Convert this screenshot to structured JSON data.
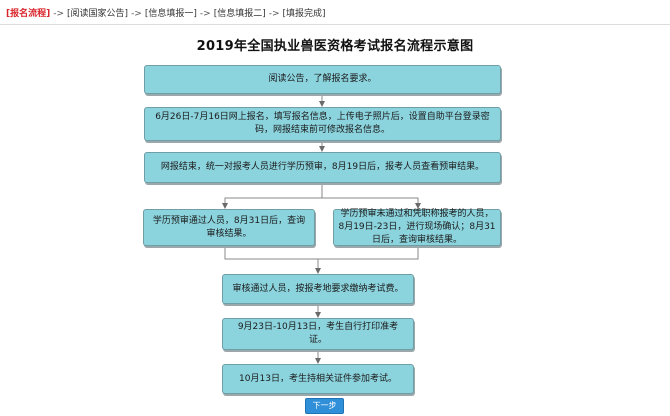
{
  "breadcrumb": {
    "items": [
      {
        "label": "[报名流程]"
      },
      {
        "label": "[阅读国家公告]"
      },
      {
        "label": "[信息填报一]"
      },
      {
        "label": "[信息填报二]"
      },
      {
        "label": "[填报完成]"
      }
    ],
    "separator": "->"
  },
  "title": "2019年全国执业兽医资格考试报名流程示意图",
  "steps": {
    "s1": "阅读公告，了解报名要求。",
    "s2": "6月26日-7月16日网上报名，填写报名信息，上传电子照片后，设置自助平台登录密码，网报结束前可修改报名信息。",
    "s3": "网报结束，统一对报考人员进行学历预审，8月19日后，报考人员查看预审结果。",
    "s4a": "学历预审通过人员，8月31日后，查询审核结果。",
    "s4b": "学历预审未通过和凭职称报考的人员，8月19日-23日，进行现场确认；8月31日后，查询审核结果。",
    "s5": "审核通过人员，按报考地要求缴纳考试费。",
    "s6": "9月23日-10月13日，考生自行打印准考证。",
    "s7": "10月13日，考生持相关证件参加考试。"
  },
  "next_button": "下一步",
  "colors": {
    "box_fill": "#8bd3dd",
    "box_border": "#6f9ea6",
    "breadcrumb_current": "#d8262c",
    "button": "#2f8fd8"
  }
}
